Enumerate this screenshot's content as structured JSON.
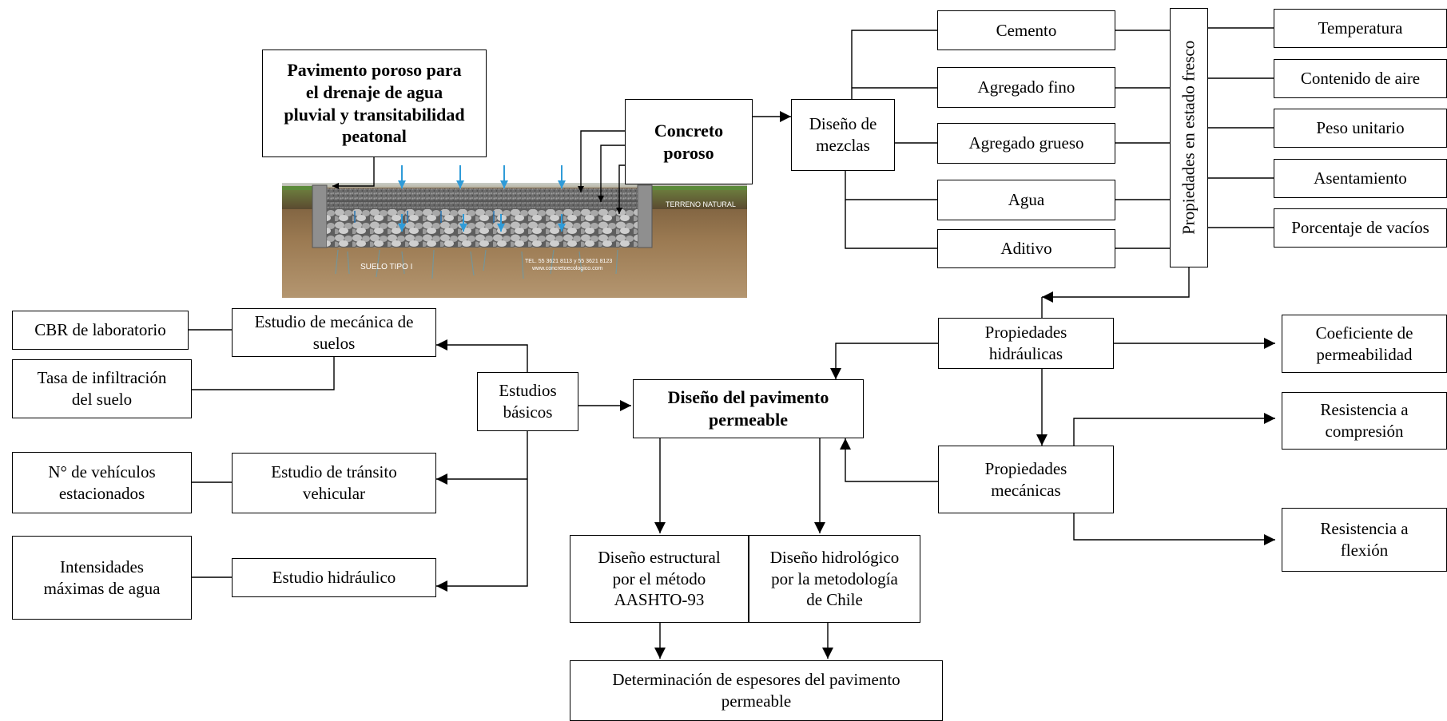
{
  "boxes": {
    "pavimento_poroso_title": "Pavimento poroso para\nel drenaje de agua\npluvial y transitabilidad\npeatonal",
    "concreto_poroso": "Concreto\nporoso",
    "diseno_mezclas": "Diseño de\nmezclas",
    "cemento": "Cemento",
    "agregado_fino": "Agregado fino",
    "agregado_grueso": "Agregado grueso",
    "agua": "Agua",
    "aditivo": "Aditivo",
    "propiedades_fresco": "Propiedades en estado fresco",
    "temperatura": "Temperatura",
    "contenido_aire": "Contenido de aire",
    "peso_unitario": "Peso unitario",
    "asentamiento": "Asentamiento",
    "porcentaje_vacios": "Porcentaje de vacíos",
    "propiedades_hidraulicas": "Propiedades\nhidráulicas",
    "coeficiente_permeabilidad": "Coeficiente de\npermeabilidad",
    "resistencia_compresion": "Resistencia a\ncompresión",
    "propiedades_mecanicas": "Propiedades\nmecánicas",
    "resistencia_flexion": "Resistencia a\nflexión",
    "diseno_pavimento": "Diseño del pavimento\npermeable",
    "estudios_basicos": "Estudios\nbásicos",
    "estudio_suelos": "Estudio de mecánica de\nsuelos",
    "cbr_laboratorio": "CBR de laboratorio",
    "tasa_infiltracion": "Tasa de infiltración\ndel suelo",
    "estudio_transito": "Estudio de tránsito\nvehicular",
    "vehiculos_estacionados": "N° de vehículos\nestacionados",
    "estudio_hidraulico": "Estudio hidráulico",
    "intensidades_maximas": "Intensidades\nmáximas de agua",
    "diseno_estructural": "Diseño estructural\npor el método\nAASHTO-93",
    "diseno_hidrologico": "Diseño hidrológico\npor la metodología\nde Chile",
    "determinacion_espesores": "Determinación de espesores del pavimento\npermeable"
  },
  "illustration": {
    "terreno_natural": "TERRENO NATURAL",
    "suelo_tipo": "SUELO TIPO I",
    "tel": "TEL. 55 3621 8113 y 55 3621 8123",
    "web": "www.concretoecologico.com"
  },
  "colors": {
    "line": "#000000",
    "water_arrow": "#2f9bd8",
    "soil": "#8a6e4d",
    "gravel": "#9a9a9a",
    "grass": "#5b8a3a"
  }
}
